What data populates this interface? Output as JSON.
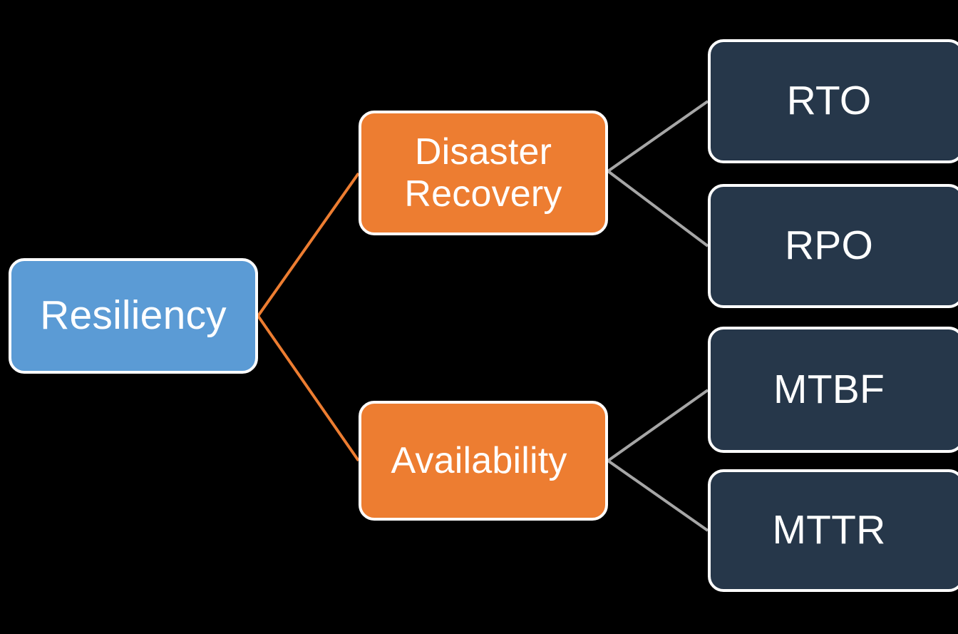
{
  "diagram": {
    "type": "tree",
    "orientation": "left-to-right",
    "background_color": "#000000",
    "palette": {
      "root_fill": "#5B9BD5",
      "branch_fill": "#ED7D31",
      "leaf_fill": "#26374A",
      "node_border": "#FFFFFF",
      "node_text": "#FFFFFF",
      "root_edge_color": "#ED7D31",
      "branch_edge_color": "#A6A6A6"
    },
    "nodes": {
      "root": {
        "id": "resiliency",
        "label": "Resiliency"
      },
      "branches": [
        {
          "id": "disaster-recovery",
          "label": "Disaster\nRecovery"
        },
        {
          "id": "availability",
          "label": "Availability"
        }
      ],
      "leaves": [
        {
          "id": "rto",
          "label": "RTO",
          "parent": "disaster-recovery"
        },
        {
          "id": "rpo",
          "label": "RPO",
          "parent": "disaster-recovery"
        },
        {
          "id": "mtbf",
          "label": "MTBF",
          "parent": "availability"
        },
        {
          "id": "mttr",
          "label": "MTTR",
          "parent": "availability"
        }
      ]
    },
    "edges": [
      {
        "from": "resiliency",
        "to": "disaster-recovery",
        "color": "#ED7D31"
      },
      {
        "from": "resiliency",
        "to": "availability",
        "color": "#ED7D31"
      },
      {
        "from": "disaster-recovery",
        "to": "rto",
        "color": "#A6A6A6"
      },
      {
        "from": "disaster-recovery",
        "to": "rpo",
        "color": "#A6A6A6"
      },
      {
        "from": "availability",
        "to": "mtbf",
        "color": "#A6A6A6"
      },
      {
        "from": "availability",
        "to": "mttr",
        "color": "#A6A6A6"
      }
    ]
  }
}
